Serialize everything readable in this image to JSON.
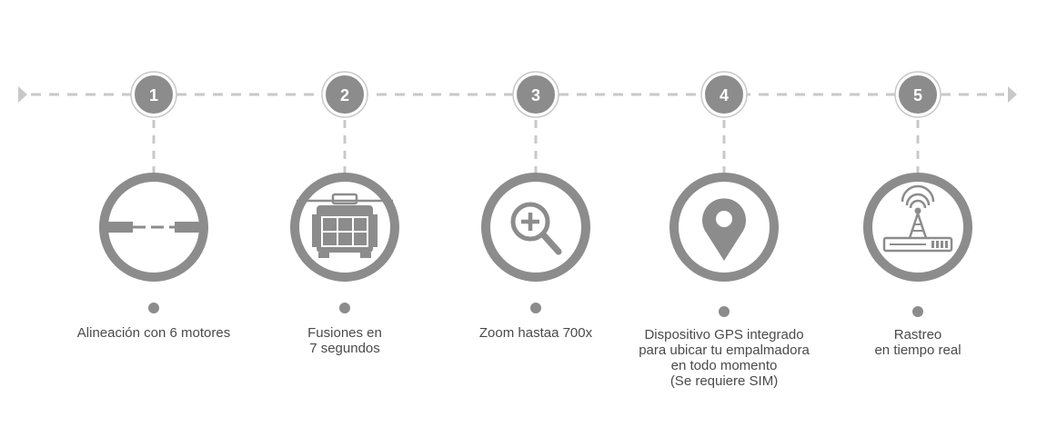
{
  "colors": {
    "ring": "#8c8c8c",
    "dash": "#c8c8c8",
    "badge_fill": "#8c8c8c",
    "badge_text": "#ffffff",
    "label_text": "#4a4a4a"
  },
  "steps": [
    {
      "number": "1",
      "icon": "alignment-icon",
      "lines": [
        "Alineación con 6 motores"
      ]
    },
    {
      "number": "2",
      "icon": "fusion-splicer-icon",
      "lines": [
        "Fusiones en",
        "7 segundos"
      ]
    },
    {
      "number": "3",
      "icon": "zoom-in-icon",
      "lines": [
        "Zoom hastaa 700x"
      ]
    },
    {
      "number": "4",
      "icon": "map-pin-icon",
      "lines": [
        "Dispositivo GPS integrado",
        "para ubicar tu empalmadora",
        "en todo momento",
        "(Se requiere SIM)"
      ]
    },
    {
      "number": "5",
      "icon": "antenna-router-icon",
      "lines": [
        "Rastreo",
        "en tiempo real"
      ]
    }
  ]
}
